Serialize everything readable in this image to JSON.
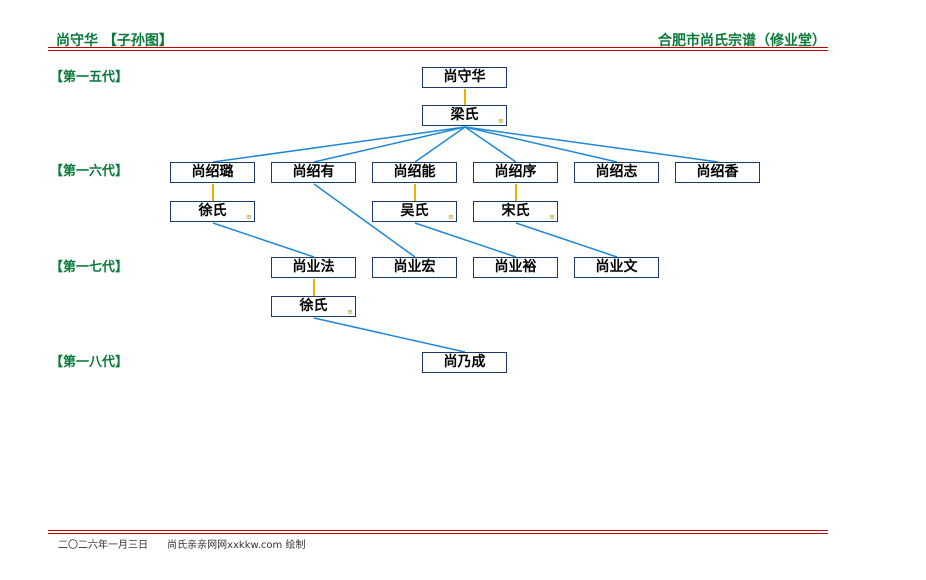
{
  "header": {
    "left_title": "尚守华 【子孙图】",
    "right_title": "合肥市尚氏宗谱（修业堂）"
  },
  "generations": [
    {
      "label": "【第一五代】"
    },
    {
      "label": "【第一六代】"
    },
    {
      "label": "【第一七代】"
    },
    {
      "label": "【第一八代】"
    }
  ],
  "people": {
    "p1": {
      "name": "尚守华"
    },
    "p1w": {
      "name": "梁氏",
      "link": "≡"
    },
    "c1": {
      "name": "尚绍璐"
    },
    "c2": {
      "name": "尚绍有"
    },
    "c3": {
      "name": "尚绍能"
    },
    "c4": {
      "name": "尚绍序"
    },
    "c5": {
      "name": "尚绍志"
    },
    "c6": {
      "name": "尚绍香"
    },
    "c1w": {
      "name": "徐氏",
      "link": "≡"
    },
    "c3w": {
      "name": "吴氏",
      "link": "≡"
    },
    "c4w": {
      "name": "宋氏",
      "link": "≡"
    },
    "g1": {
      "name": "尚业法"
    },
    "g2": {
      "name": "尚业宏"
    },
    "g3": {
      "name": "尚业裕"
    },
    "g4": {
      "name": "尚业文"
    },
    "g1w": {
      "name": "徐氏",
      "link": "≡"
    },
    "gg1": {
      "name": "尚乃成"
    }
  },
  "colors": {
    "header_green": "#0a7a3a",
    "rule_red": "#c00000",
    "link_blue": "#1e88d8",
    "spouse_gold": "#e8b400",
    "box_border": "#1a3a6e"
  },
  "footer": {
    "date": "二〇二六年一月三日",
    "credit": "尚氏亲亲网网xxkkw.com 绘制"
  }
}
